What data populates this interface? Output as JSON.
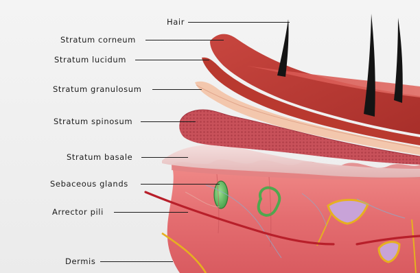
{
  "labels": {
    "hair": "Hair",
    "stratum_corneum": "Stratum corneum",
    "stratum_lucidum": "Stratum lucidum",
    "stratum_granulosum": "Stratum granulosum",
    "stratum_spinosum": "Stratum spinosum",
    "stratum_basale": "Stratum basale",
    "sebaceous_glands": "Sebaceous glands",
    "arrector_pili": "Arrector pili",
    "dermis": "Dermis"
  },
  "colors": {
    "background": "#efefef",
    "corneum": "#c23a33",
    "lucidum": "#b8382f",
    "granulosum": "#f2c4a8",
    "spinosum": "#c94d54",
    "basale": "#e6c2c0",
    "dermis": "#e8787a",
    "hair": "#1a1a1a",
    "sebaceous_gland": "#6cc46a",
    "arrector_pili": "#b81f2a",
    "nerve": "#e6b020",
    "capillary": "#c8a3d8"
  }
}
